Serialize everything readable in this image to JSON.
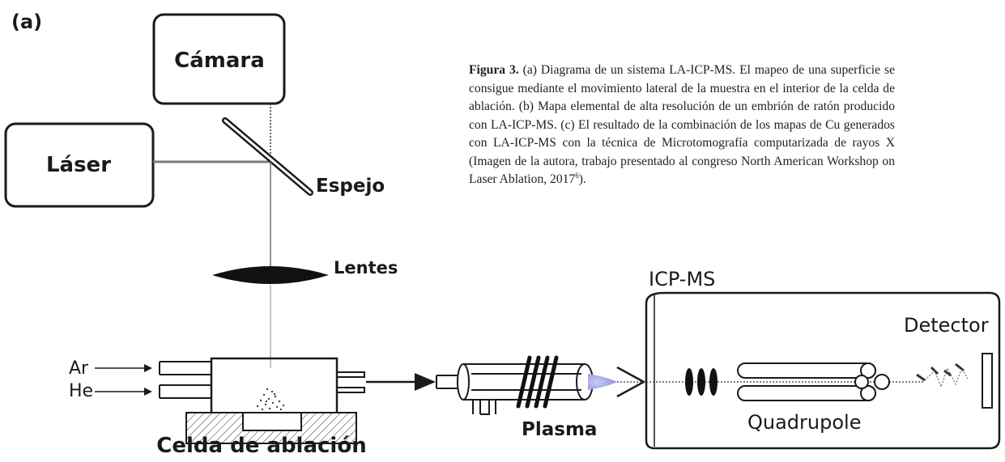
{
  "panel_label": "(a)",
  "labels": {
    "camera": "Cámara",
    "laser": "Láser",
    "mirror": "Espejo",
    "lenses": "Lentes",
    "icpms": "ICP-MS",
    "detector": "Detector",
    "ar": "Ar",
    "he": "He",
    "plasma": "Plasma",
    "quadrupole": "Quadrupole",
    "cell": "Celda de ablación"
  },
  "caption": {
    "lead": "Figura 3.",
    "body": " (a) Diagrama de un sistema LA-ICP-MS. El mapeo de una superficie se consigue mediante el movimiento lateral de la muestra en el interior de la celda de ablación. (b) Mapa elemental de alta resolución de un embrión de ratón producido con LA-ICP-MS. (c) El resultado de la combinación de los mapas de Cu generados con LA-ICP-MS con la técnica de Microtomografía computarizada de rayos X (Imagen de la autora, trabajo presentado al congreso North American Workshop on Laser Ablation, 2017",
    "superscript": "6",
    "tail": ")."
  },
  "colors": {
    "line": "#1a1a1a",
    "plasma_glow": "#9da3df",
    "beam": "#7a7a7a"
  }
}
